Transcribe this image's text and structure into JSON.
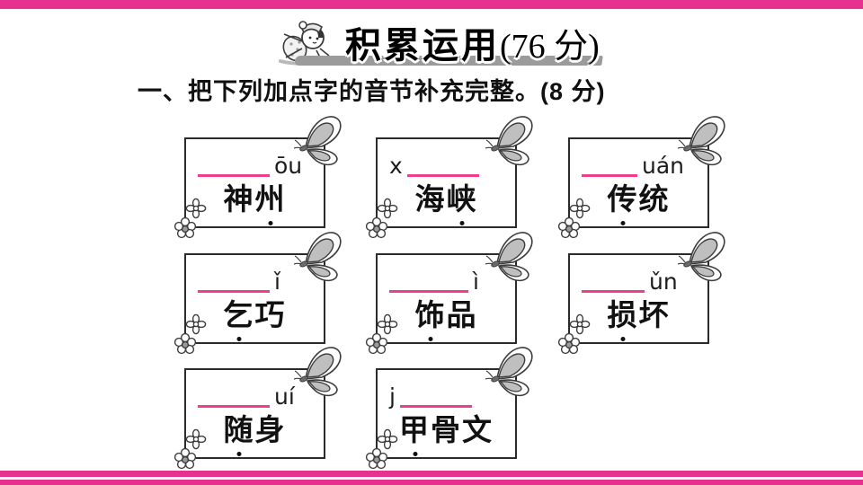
{
  "page": {
    "accent_color": "#e73190",
    "blank_line_color": "#ee3f8f",
    "shadow_color": "#9b9b9b",
    "icons": [
      "child-with-hat-icon",
      "butterfly-icon",
      "flower-icon"
    ]
  },
  "header": {
    "title": "积累运用",
    "score": "(76 分)"
  },
  "question": {
    "text": "一、把下列加点字的音节补充完整。(8 分)"
  },
  "boxes": [
    {
      "pinyin_prefix": "",
      "pinyin_suffix": "ōu",
      "word_before": "神",
      "word_dotted": "州",
      "word_after": ""
    },
    {
      "pinyin_prefix": "x",
      "pinyin_suffix": "",
      "word_before": "海",
      "word_dotted": "峡",
      "word_after": ""
    },
    {
      "pinyin_prefix": "",
      "pinyin_suffix": "uán",
      "word_before": "",
      "word_dotted": "传",
      "word_after": "统"
    },
    {
      "pinyin_prefix": "",
      "pinyin_suffix": "ǐ",
      "word_before": "",
      "word_dotted": "乞",
      "word_after": "巧"
    },
    {
      "pinyin_prefix": "",
      "pinyin_suffix": "ì",
      "word_before": "",
      "word_dotted": "饰",
      "word_after": "品"
    },
    {
      "pinyin_prefix": "",
      "pinyin_suffix": "ǔn",
      "word_before": "",
      "word_dotted": "损",
      "word_after": "坏"
    },
    {
      "pinyin_prefix": "",
      "pinyin_suffix": "uí",
      "word_before": "",
      "word_dotted": "随",
      "word_after": "身"
    },
    {
      "pinyin_prefix": "j",
      "pinyin_suffix": "",
      "word_before": "",
      "word_dotted": "甲",
      "word_after": "骨文"
    }
  ]
}
